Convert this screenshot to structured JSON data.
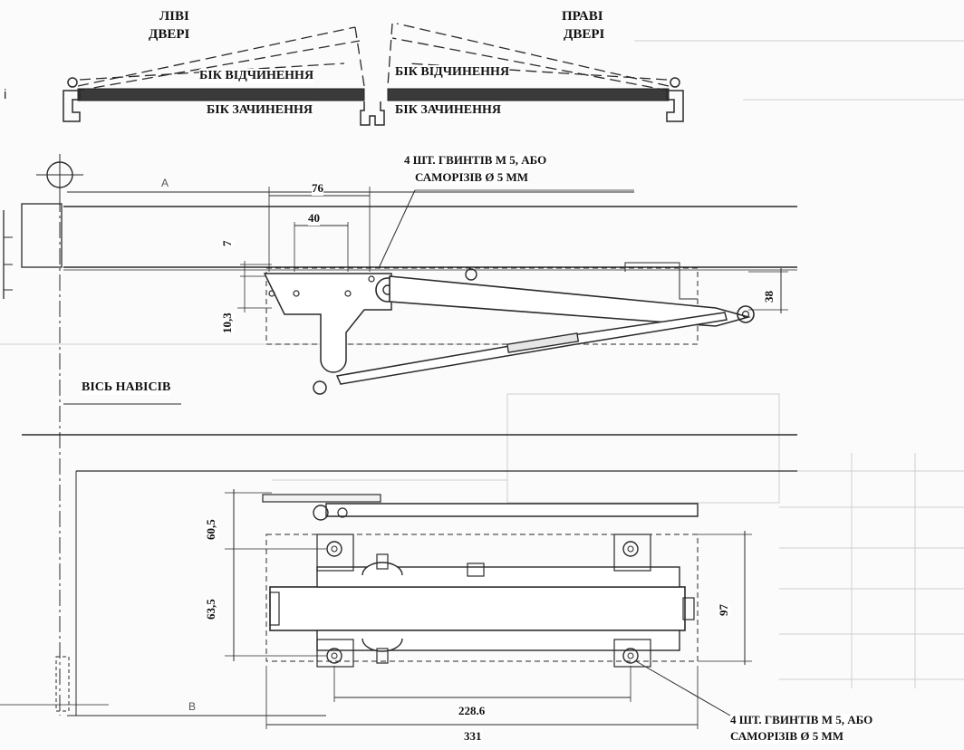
{
  "doors": {
    "left_title_line1": "ЛІВІ",
    "left_title_line2": "ДВЕРІ",
    "right_title_line1": "ПРАВІ",
    "right_title_line2": "ДВЕРІ",
    "opening_side": "БІК ВІДЧИНЕННЯ",
    "closing_side": "БІК ЗАЧИНЕННЯ"
  },
  "notes": {
    "screws_top": [
      "4 ШТ. ГВИНТІВ М 5, АБО",
      "САМОРІЗІВ Ø 5 ММ"
    ],
    "screws_bottom": [
      "4 ШТ. ГВИНТІВ М 5, АБО",
      "САМОРІЗІВ Ø 5 ММ"
    ],
    "hinge_axis": "ВІСЬ НАВІСІВ",
    "edge_fragment": "і"
  },
  "dimensions": {
    "w76": "76",
    "w40": "40",
    "h7": "7",
    "h10_3": "10,3",
    "h38": "38",
    "h60_5": "60,5",
    "h63_5": "63,5",
    "h97": "97",
    "w228_6": "228.6",
    "w331": "331"
  },
  "letters": {
    "a": "A",
    "b": "B"
  },
  "colors": {
    "line": "#2a2a2a",
    "door_leaf": "#3a3a3a",
    "faint": "#b9b9b9"
  }
}
